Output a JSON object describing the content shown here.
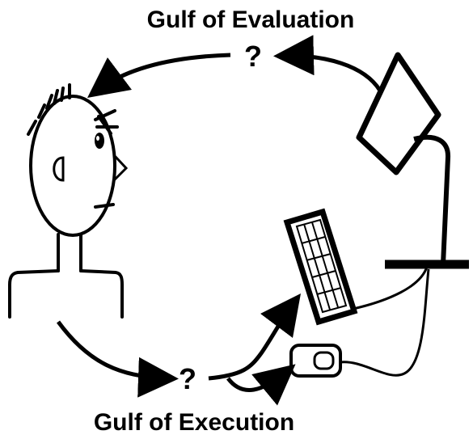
{
  "title_top": "Gulf of Evaluation",
  "title_bottom": "Gulf of Execution",
  "question_top": "?",
  "question_bottom": "?",
  "colors": {
    "ink": "#000000",
    "background": "#ffffff"
  },
  "icons": [
    "person-figure",
    "monitor-icon",
    "keyboard-icon",
    "mouse-icon"
  ]
}
